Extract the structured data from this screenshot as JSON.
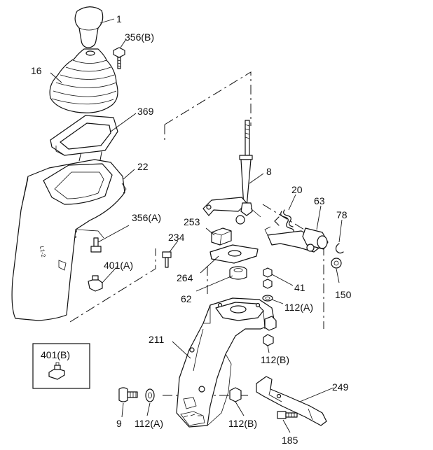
{
  "callouts": {
    "c1": "1",
    "c356b": "356(B)",
    "c16": "16",
    "c369": "369",
    "c22": "22",
    "c8": "8",
    "c20": "20",
    "c63": "63",
    "c78": "78",
    "c253": "253",
    "c356a": "356(A)",
    "c234": "234",
    "c401a": "401(A)",
    "c264": "264",
    "c41": "41",
    "c150": "150",
    "c62": "62",
    "c112a_1": "112(A)",
    "c211": "211",
    "c112b_1": "112(B)",
    "c401b": "401(B)",
    "c249": "249",
    "c9": "9",
    "c112a_2": "112(A)",
    "c112b_2": "112(B)",
    "c185": "185"
  }
}
